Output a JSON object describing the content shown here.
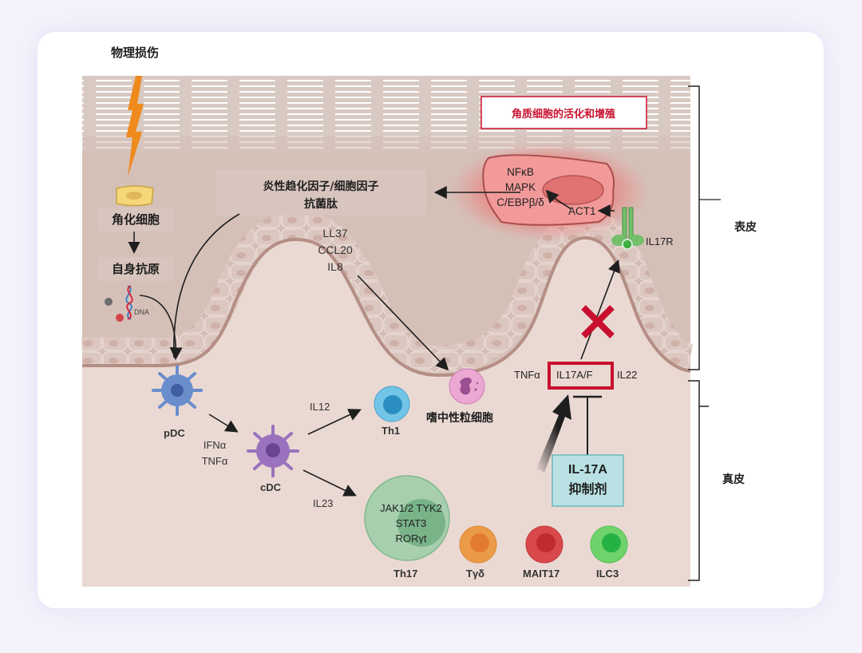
{
  "title_injury": "物理损伤",
  "epidermis": {
    "keratinocyte_label": "角化细胞",
    "autoantigen_label": "自身抗原",
    "dna_label": "DNA",
    "chemokine_title_line1": "炎性趋化因子/细胞因子",
    "chemokine_title_line2": "抗菌肽",
    "mediators": [
      "LL37",
      "CCL20",
      "IL8"
    ],
    "activation_box": "角质细胞的活化和增殖",
    "pathway_lines": [
      "NFκB",
      "MAPK",
      "C/EBPβ/δ"
    ],
    "act1_label": "ACT1",
    "receptor_label": "IL17R"
  },
  "dermis": {
    "pdc_label": "pDC",
    "cdc_label": "cDC",
    "pdc_signals": [
      "IFNα",
      "TNFα"
    ],
    "il12_label": "IL12",
    "il23_label": "IL23",
    "th1_label": "Th1",
    "neutrophil_label": "嗜中性粒细胞",
    "th17_label": "Th17",
    "th17_inner": [
      "JAK1/2 TYK2",
      "STAT3",
      "RORγt"
    ],
    "tgd_label": "Tγδ",
    "mait_label": "MAIT17",
    "ilc3_label": "ILC3",
    "cytokine_left": "TNFα",
    "cytokine_box": "IL17A/F",
    "cytokine_right": "IL22",
    "inhibitor_line1": "IL-17A",
    "inhibitor_line2": "抑制剂"
  },
  "layers": {
    "epidermis_label": "表皮",
    "dermis_label": "真皮"
  },
  "colors": {
    "highlight_red": "#c8102e",
    "inhibitor_fill": "#b9e1e4",
    "inhibitor_border": "#6bb7bd",
    "th17_green": "#9ccba6",
    "tgd_orange": "#eb9b47",
    "mait_red": "#d9484a",
    "ilc3_green": "#6fd36b",
    "th1_blue": "#6ec2e4",
    "pdc_blue": "#6a8dcc",
    "cdc_purple": "#9a72bd",
    "neutrophil_pink": "#e8a6d0"
  }
}
